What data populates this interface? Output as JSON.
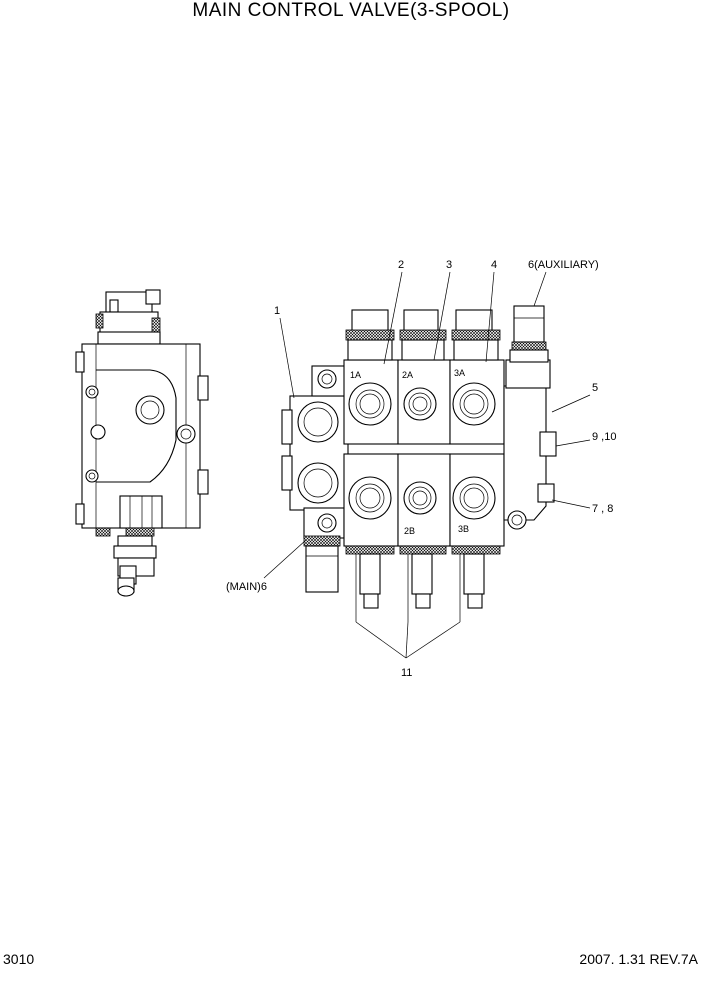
{
  "title": "MAIN CONTROL VALVE(3-SPOOL)",
  "page_number": "3010",
  "revision": "2007. 1.31 REV.7A",
  "callouts": {
    "c1": "1",
    "c2": "2",
    "c3": "3",
    "c4": "4",
    "c5": "5",
    "c6_aux": "6(AUXILIARY)",
    "c6_main": "(MAIN)6",
    "c7_8": "7 , 8",
    "c9_10": "9 ,10",
    "c11": "11"
  },
  "ports": {
    "p1a": "1A",
    "p2a": "2A",
    "p3a": "3A",
    "p2b": "2B",
    "p3b": "3B"
  }
}
